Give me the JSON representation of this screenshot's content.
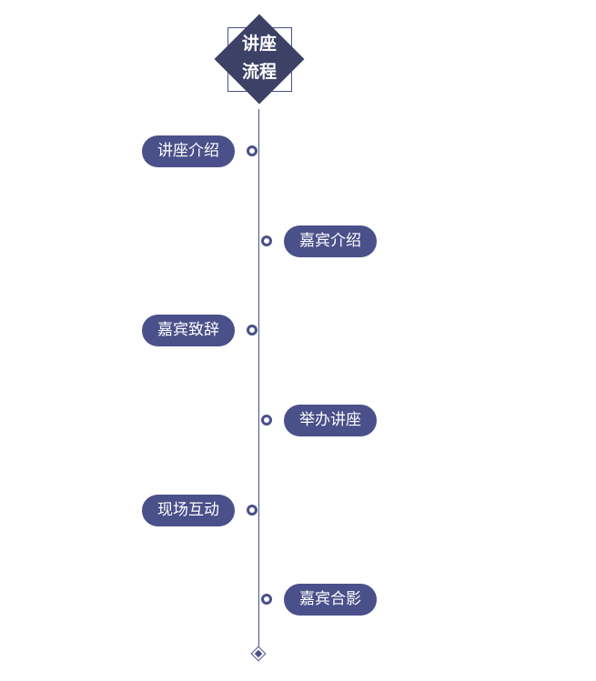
{
  "title": {
    "line1": "讲座",
    "line2": "流程"
  },
  "steps": [
    {
      "label": "讲座介绍",
      "side": "left"
    },
    {
      "label": "嘉宾介绍",
      "side": "right"
    },
    {
      "label": "嘉宾致辞",
      "side": "left"
    },
    {
      "label": "举办讲座",
      "side": "right"
    },
    {
      "label": "现场互动",
      "side": "left"
    },
    {
      "label": "嘉宾合影",
      "side": "right"
    }
  ],
  "colors": {
    "accent": "#4a5089",
    "header": "#3d4166"
  }
}
